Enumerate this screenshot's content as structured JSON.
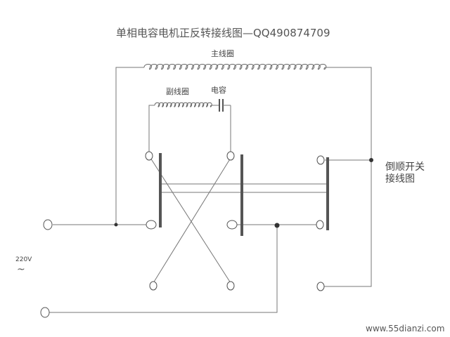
{
  "title": "单相电容电机正反转接线图—QQ490874709",
  "labels": {
    "main_coil": "主线圈",
    "aux_coil": "副线圈",
    "capacitor": "电容",
    "switch_line1": "倒顺开关",
    "switch_line2": "接线图",
    "voltage": "220V",
    "ac_symbol": "~"
  },
  "watermark": "www.55dianzi.com",
  "colors": {
    "line": "#777777",
    "bar": "#555555",
    "text": "#555555",
    "watermark": "#cc0000"
  }
}
